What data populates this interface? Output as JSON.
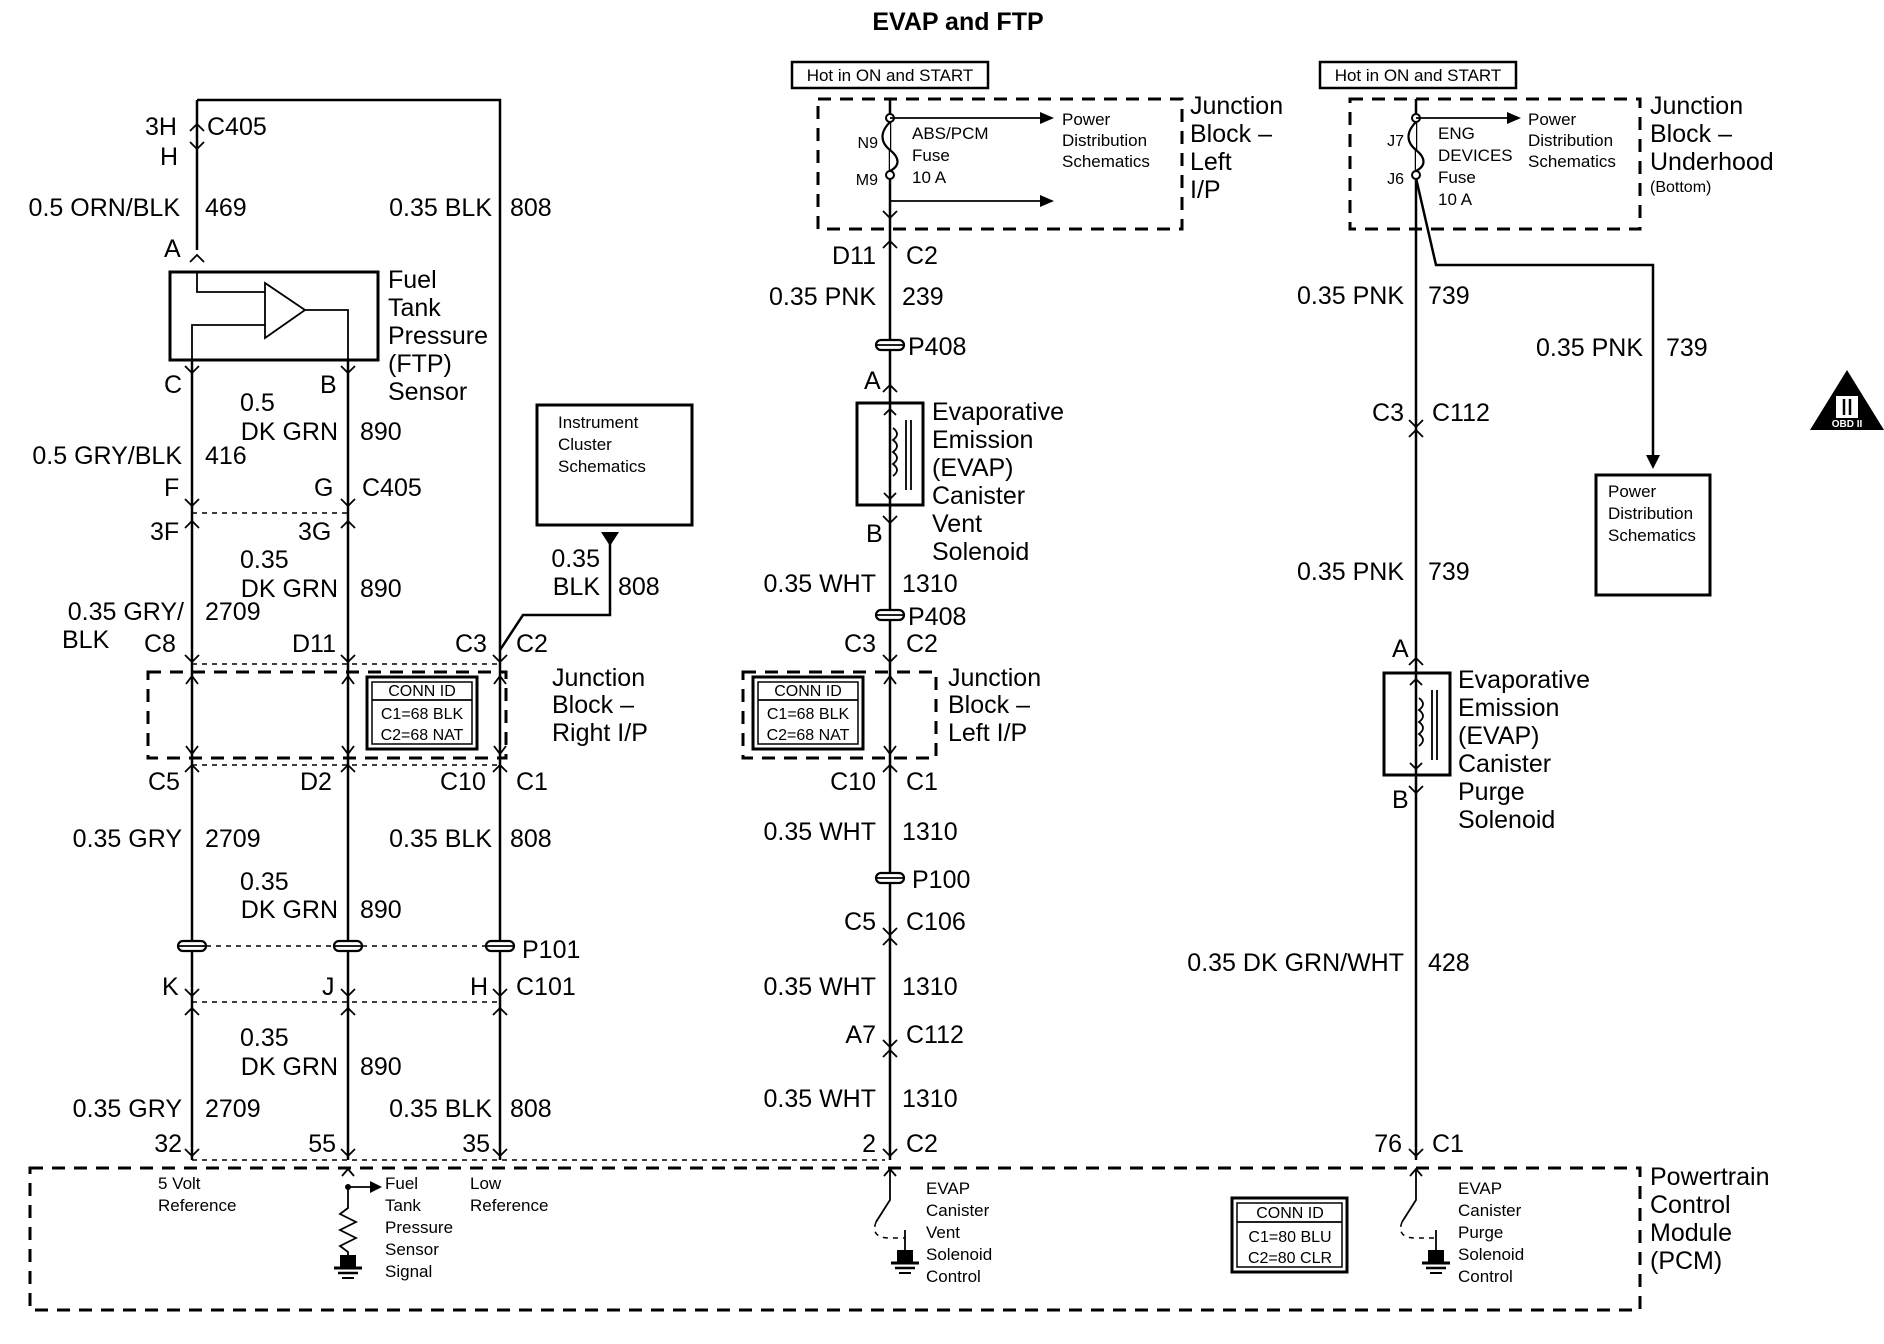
{
  "title": "EVAP and FTP",
  "hot_labels": [
    "Hot in ON and START",
    "Hot in ON and START"
  ],
  "junction_left_top": {
    "name": [
      "Junction",
      "Block –",
      "Left",
      "I/P"
    ],
    "pin_top": "N9",
    "pin_bottom": "M9",
    "fuse": [
      "ABS/PCM",
      "Fuse",
      "10 A"
    ],
    "power": [
      "Power",
      "Distribution",
      "Schematics"
    ]
  },
  "junction_underhood": {
    "name": [
      "Junction",
      "Block –",
      "Underhood"
    ],
    "sub": "(Bottom)",
    "pin_top": "J7",
    "pin_bottom": "J6",
    "fuse": [
      "ENG",
      "DEVICES",
      "Fuse",
      "10 A"
    ],
    "power": [
      "Power",
      "Distribution",
      "Schematics"
    ]
  },
  "ftp": {
    "c405_top": [
      "3H",
      "C405",
      "H"
    ],
    "wire_469": [
      "0.5 ORN/BLK",
      "469"
    ],
    "wire_808_top": [
      "0.35 BLK",
      "808"
    ],
    "pin_a": "A",
    "pin_c": "C",
    "pin_b": "B",
    "sensor": [
      "Fuel",
      "Tank",
      "Pressure",
      "(FTP)",
      "Sensor"
    ],
    "wire_890_a": [
      "0.5",
      "DK GRN",
      "890"
    ],
    "wire_416": [
      "0.5 GRY/BLK",
      "416"
    ],
    "c405_mid": [
      "F",
      "G",
      "C405",
      "3F",
      "3G"
    ],
    "wire_890_b": [
      "0.35",
      "DK GRN",
      "890"
    ],
    "wire_2709_a": [
      "0.35 GRY/",
      "BLK",
      "2709"
    ],
    "cluster": [
      "Instrument",
      "Cluster",
      "Schematics"
    ],
    "wire_808_cluster": [
      "0.35",
      "BLK",
      "808"
    ],
    "jb_right_pins_top": [
      "C8",
      "D11",
      "C3",
      "C2"
    ],
    "jb_right_name": [
      "Junction",
      "Block –",
      "Right I/P"
    ],
    "conn_right": [
      "CONN ID",
      "C1=68 BLK",
      "C2=68 NAT"
    ],
    "jb_right_pins_bottom": [
      "C5",
      "D2",
      "C10",
      "C1"
    ],
    "wire_2709_b": [
      "0.35 GRY",
      "2709"
    ],
    "wire_808_b": [
      "0.35 BLK",
      "808"
    ],
    "wire_890_c": [
      "0.35",
      "DK GRN",
      "890"
    ],
    "splice": "P101",
    "c101": [
      "K",
      "J",
      "H",
      "C101"
    ],
    "wire_890_d": [
      "0.35",
      "DK GRN",
      "890"
    ],
    "wire_2709_c": [
      "0.35 GRY",
      "2709"
    ],
    "wire_808_c": [
      "0.35 BLK",
      "808"
    ],
    "pcm_pins": [
      "32",
      "55",
      "35"
    ]
  },
  "vent": {
    "top_conn": [
      "D11",
      "C2"
    ],
    "wire_239": [
      "0.35 PNK",
      "239"
    ],
    "splice_a": "P408",
    "pin_a": "A",
    "name": [
      "Evaporative",
      "Emission",
      "(EVAP)",
      "Canister",
      "Vent",
      "Solenoid"
    ],
    "pin_b": "B",
    "wire_1310_a": [
      "0.35 WHT",
      "1310"
    ],
    "splice_b": "P408",
    "jb_pins_top": [
      "C3",
      "C2"
    ],
    "conn": [
      "CONN ID",
      "C1=68 BLK",
      "C2=68 NAT"
    ],
    "jb_name": [
      "Junction",
      "Block –",
      "Left I/P"
    ],
    "jb_pins_bottom": [
      "C10",
      "C1"
    ],
    "wire_1310_b": [
      "0.35 WHT",
      "1310"
    ],
    "splice_c": "P100",
    "c106": [
      "C5",
      "C106"
    ],
    "wire_1310_c": [
      "0.35 WHT",
      "1310"
    ],
    "c112": [
      "A7",
      "C112"
    ],
    "wire_1310_d": [
      "0.35 WHT",
      "1310"
    ],
    "pcm_pin": [
      "2",
      "C2"
    ]
  },
  "purge": {
    "wire_739_a": [
      "0.35 PNK",
      "739"
    ],
    "wire_739_branch": [
      "0.35 PNK",
      "739"
    ],
    "power": [
      "Power",
      "Distribution",
      "Schematics"
    ],
    "c112": [
      "C3",
      "C112"
    ],
    "wire_739_b": [
      "0.35 PNK",
      "739"
    ],
    "pin_a": "A",
    "name": [
      "Evaporative",
      "Emission",
      "(EVAP)",
      "Canister",
      "Purge",
      "Solenoid"
    ],
    "pin_b": "B",
    "wire_428": [
      "0.35 DK GRN/WHT",
      "428"
    ],
    "pcm_pin": [
      "76",
      "C1"
    ]
  },
  "pcm": {
    "name": [
      "Powertrain",
      "Control",
      "Module",
      "(PCM)"
    ],
    "labels_5v": [
      "5 Volt",
      "Reference"
    ],
    "labels_signal": [
      "Fuel",
      "Tank",
      "Pressure",
      "Sensor",
      "Signal"
    ],
    "labels_low": [
      "Low",
      "Reference"
    ],
    "labels_vent": [
      "EVAP",
      "Canister",
      "Vent",
      "Solenoid",
      "Control"
    ],
    "conn": [
      "CONN ID",
      "C1=80 BLU",
      "C2=80 CLR"
    ],
    "labels_purge": [
      "EVAP",
      "Canister",
      "Purge",
      "Solenoid",
      "Control"
    ]
  },
  "badge": "OBD II"
}
